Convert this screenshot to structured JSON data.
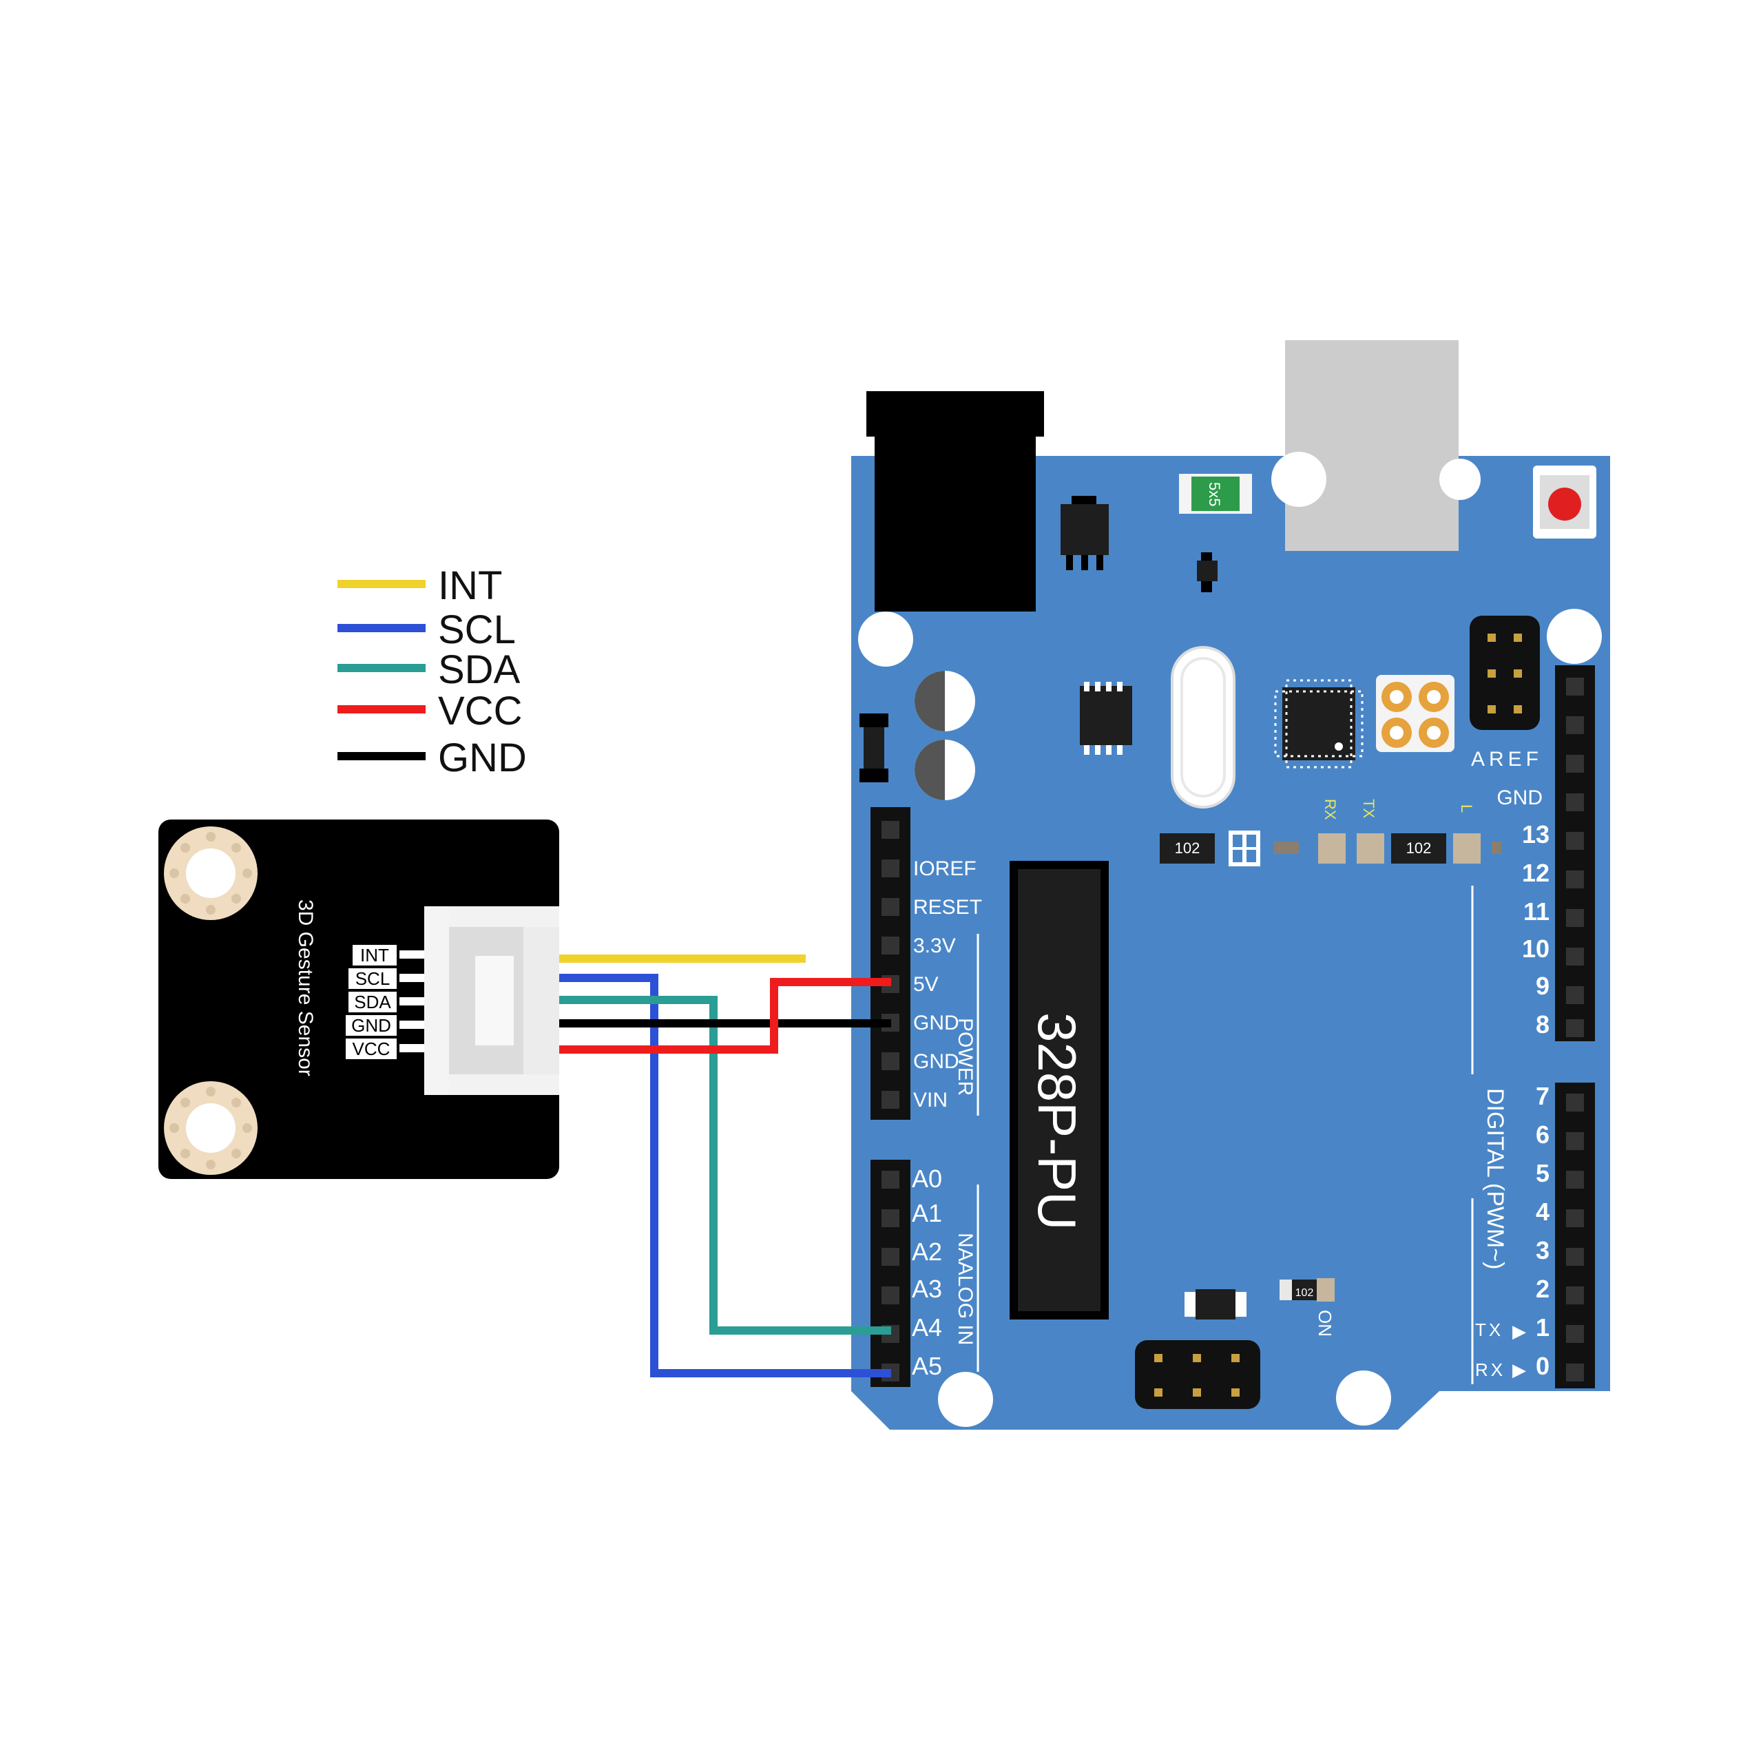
{
  "legend": [
    {
      "label": "INT",
      "color": "#f0d22d"
    },
    {
      "label": "SCL",
      "color": "#2c51d6"
    },
    {
      "label": "SDA",
      "color": "#2a9d94"
    },
    {
      "label": "VCC",
      "color": "#ee1c1c"
    },
    {
      "label": "GND",
      "color": "#000000"
    }
  ],
  "sensor": {
    "title": "3D Gesture Sensor",
    "pins": [
      "INT",
      "SCL",
      "SDA",
      "GND",
      "VCC"
    ]
  },
  "board": {
    "chip_label": "328P-PU",
    "fuse_label": "5x5",
    "power_header": {
      "group_label": "POWER",
      "pins": [
        "IOREF",
        "RESET",
        "3.3V",
        "5V",
        "GND",
        "GND",
        "VIN"
      ]
    },
    "analog_header": {
      "group_label": "NAALOG IN",
      "pins": [
        "A0",
        "A1",
        "A2",
        "A3",
        "A4",
        "A5"
      ]
    },
    "digital_header": {
      "group_label": "DIGITAL  (PWM~)",
      "top_labels": [
        "AREF",
        "GND"
      ],
      "pins_upper": [
        "13",
        "12",
        "11",
        "10",
        "9",
        "8"
      ],
      "pins_lower": [
        "7",
        "6",
        "5",
        "4",
        "3",
        "2",
        "1",
        "0"
      ],
      "tx_label": "TX",
      "rx_label": "RX",
      "arrow": "▶"
    },
    "leds": {
      "rx": "RX",
      "tx": "TX",
      "l": "L",
      "on": "ON"
    },
    "resistor_label": "102"
  },
  "wires": [
    {
      "signal": "INT",
      "color": "#f0d22d",
      "to": ""
    },
    {
      "signal": "SCL",
      "color": "#2c51d6",
      "to": "A5"
    },
    {
      "signal": "SDA",
      "color": "#2a9d94",
      "to": "A4"
    },
    {
      "signal": "GND",
      "color": "#000000",
      "to": "GND"
    },
    {
      "signal": "VCC",
      "color": "#ee1c1c",
      "to": "5V"
    }
  ]
}
